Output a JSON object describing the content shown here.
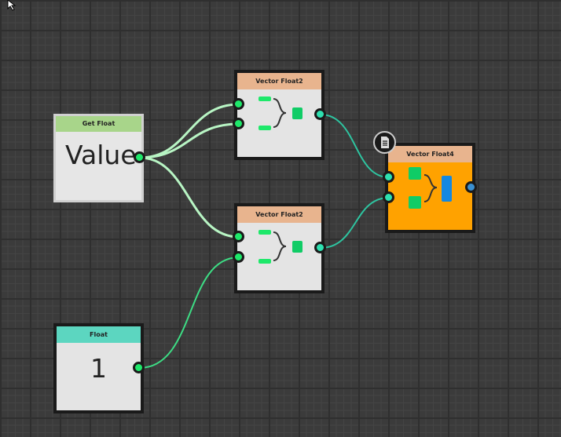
{
  "nodes": {
    "get_float": {
      "title": "Get Float",
      "value": "Value",
      "header_color": "#a8d58a"
    },
    "vector_float2_top": {
      "title": "Vector Float2",
      "header_color": "#e8b48e"
    },
    "vector_float2_bottom": {
      "title": "Vector Float2",
      "header_color": "#e8b48e"
    },
    "vector_float4": {
      "title": "Vector Float4",
      "header_color": "#e8b48e",
      "body_color": "#ffa200"
    },
    "float": {
      "title": "Float",
      "value": "1",
      "header_color": "#5cd6c0"
    }
  }
}
